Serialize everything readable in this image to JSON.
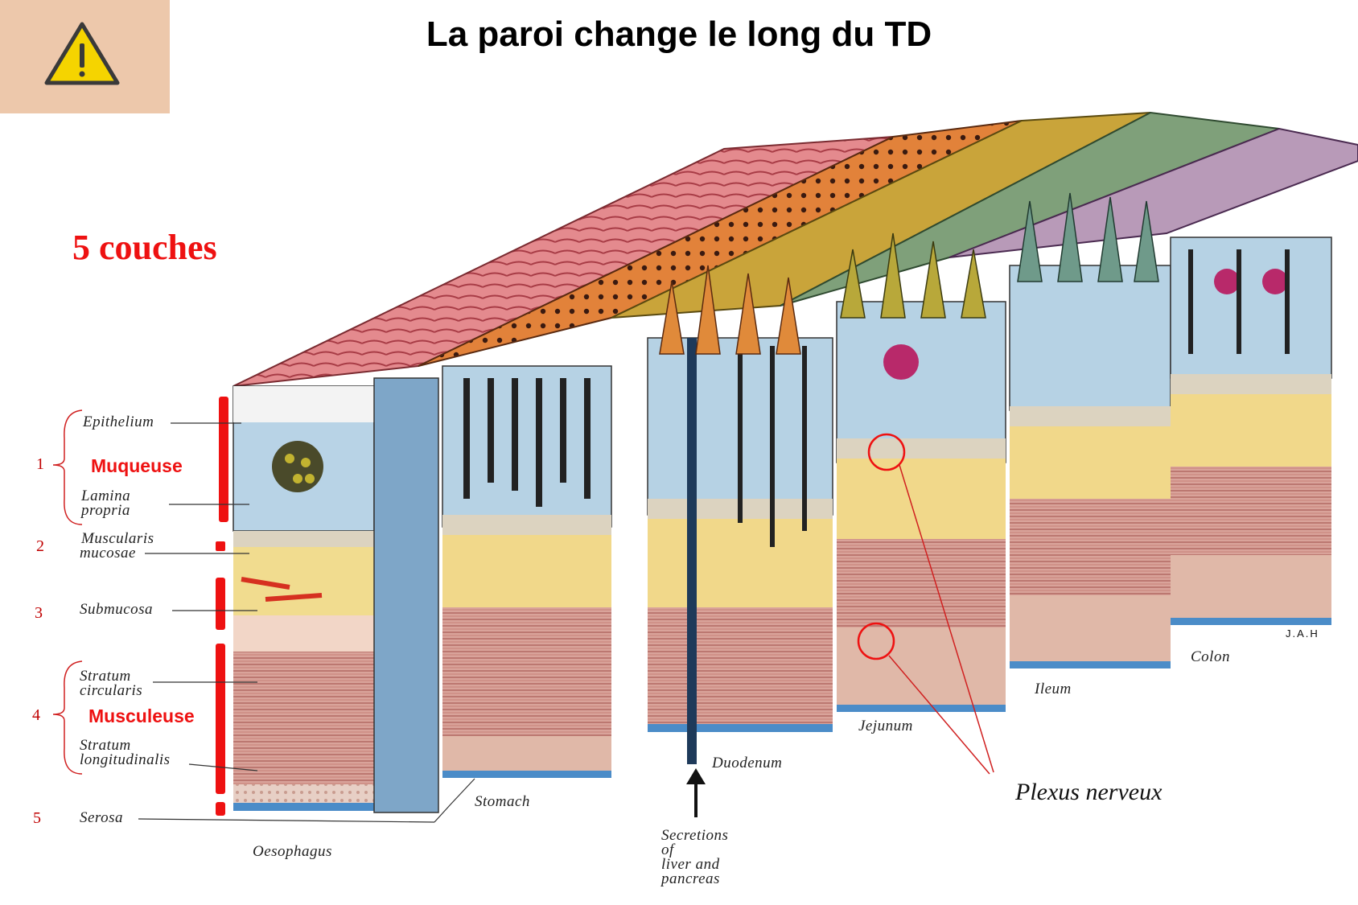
{
  "title": "La paroi change le long du TD",
  "warning_icon": "warning-icon",
  "colors": {
    "warning_bg": "#edc8ab",
    "warning_triangle": "#f5d400",
    "accent_red": "#ee1111"
  },
  "layer_count_label": "5 couches",
  "layer_labels": {
    "epithelium": "Epithelium",
    "lamina_propria_1": "Lamina",
    "lamina_propria_2": "propria",
    "muscularis_mucosae_1": "Muscularis",
    "muscularis_mucosae_2": "mucosae",
    "submucosa": "Submucosa",
    "stratum_circularis_1": "Stratum",
    "stratum_circularis_2": "circularis",
    "stratum_longitudinalis_1": "Stratum",
    "stratum_longitudinalis_2": "longitudinalis",
    "serosa": "Serosa"
  },
  "layer_numbers": [
    "1",
    "2",
    "3",
    "4",
    "5"
  ],
  "layer_names": {
    "muqueuse": "Muqueuse",
    "musculeuse": "Musculeuse"
  },
  "segments": {
    "oesophagus": "Oesophagus",
    "stomach": "Stomach",
    "duodenum": "Duodenum",
    "jejunum": "Jejunum",
    "ileum": "Ileum",
    "colon": "Colon"
  },
  "secretions": [
    "Secretions",
    "of",
    "liver and",
    "pancreas"
  ],
  "plexus_label": "Plexus nerveux",
  "artist_signature": "J.A.H"
}
